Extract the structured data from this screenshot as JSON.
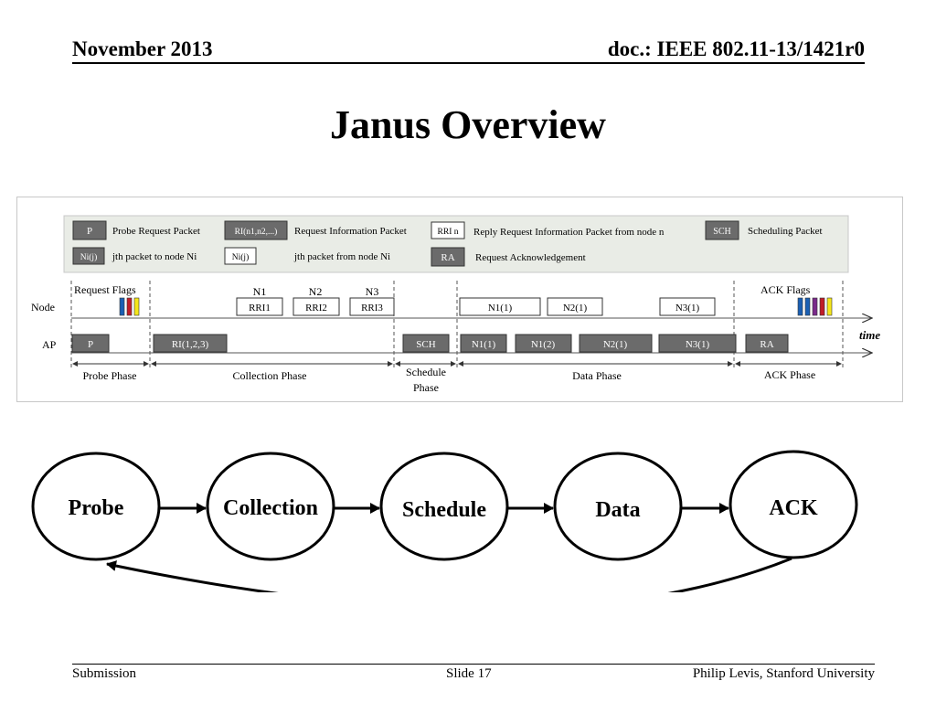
{
  "header": {
    "date": "November 2013",
    "doc_id": "doc.: IEEE 802.11-13/1421r0"
  },
  "slide": {
    "title": "Janus Overview"
  },
  "legend": {
    "probe_box": "P",
    "probe_label": "Probe Request Packet",
    "ri_box": "RI(n1,n2,...)",
    "ri_label": "Request Information Packet",
    "rri_box": "RRI n",
    "rri_label": "Reply Request Information Packet from node n",
    "sch_box": "SCH",
    "sch_label": "Scheduling Packet",
    "ni_to_box": "Ni(j)",
    "ni_to_label": "jth packet to node Ni",
    "ni_from_box": "Ni(j)",
    "ni_from_label": "jth packet from node Ni",
    "ra_box": "RA",
    "ra_label": "Request Acknowledgement"
  },
  "timeline": {
    "node_row_label": "Node",
    "ap_row_label": "AP",
    "time_label": "time",
    "request_flags_label": "Request Flags",
    "ack_flags_label": "ACK Flags",
    "flag_colors": [
      "#1a5fb4",
      "#c01c28",
      "#f5e61a"
    ],
    "ack_flag_colors": [
      "#1a5fb4",
      "#1a5fb4",
      "#7a2a8a",
      "#c01c28",
      "#f5e61a"
    ],
    "node_labels": [
      "N1",
      "N2",
      "N3"
    ],
    "node_packets": [
      "RRI1",
      "RRI2",
      "RRI3",
      "N1(1)",
      "N2(1)",
      "N3(1)"
    ],
    "ap_packets": [
      "P",
      "RI(1,2,3)",
      "SCH",
      "N1(1)",
      "N1(2)",
      "N2(1)",
      "N3(1)",
      "RA"
    ],
    "phases": [
      "Probe Phase",
      "Collection Phase",
      "Schedule",
      "Phase",
      "Data Phase",
      "ACK Phase"
    ]
  },
  "cycle": {
    "states": [
      "Probe",
      "Collection",
      "Schedule",
      "Data",
      "ACK"
    ]
  },
  "footer": {
    "left": "Submission",
    "center": "Slide 17",
    "right": "Philip Levis, Stanford University"
  }
}
